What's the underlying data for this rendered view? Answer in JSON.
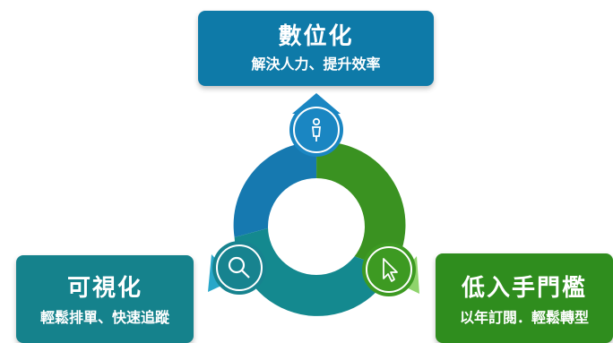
{
  "colors": {
    "top_box": "#0e7aa8",
    "left_box": "#15828c",
    "right_box": "#2f8d1e",
    "ring_blue": "#1679b0",
    "ring_teal": "#14898f",
    "ring_green": "#3a9221",
    "badge_top": "#1a86c2",
    "badge_left": "#17838f",
    "badge_right": "#3d9a22"
  },
  "icons": [
    "person-icon",
    "search-icon",
    "cursor-icon"
  ],
  "top": {
    "title": "數位化",
    "subtitle": "解決人力、提升效率"
  },
  "left": {
    "title": "可視化",
    "subtitle": "輕鬆排單、快速追蹤"
  },
  "right": {
    "title": "低入手門檻",
    "subtitle": "以年訂閱．輕鬆轉型"
  }
}
